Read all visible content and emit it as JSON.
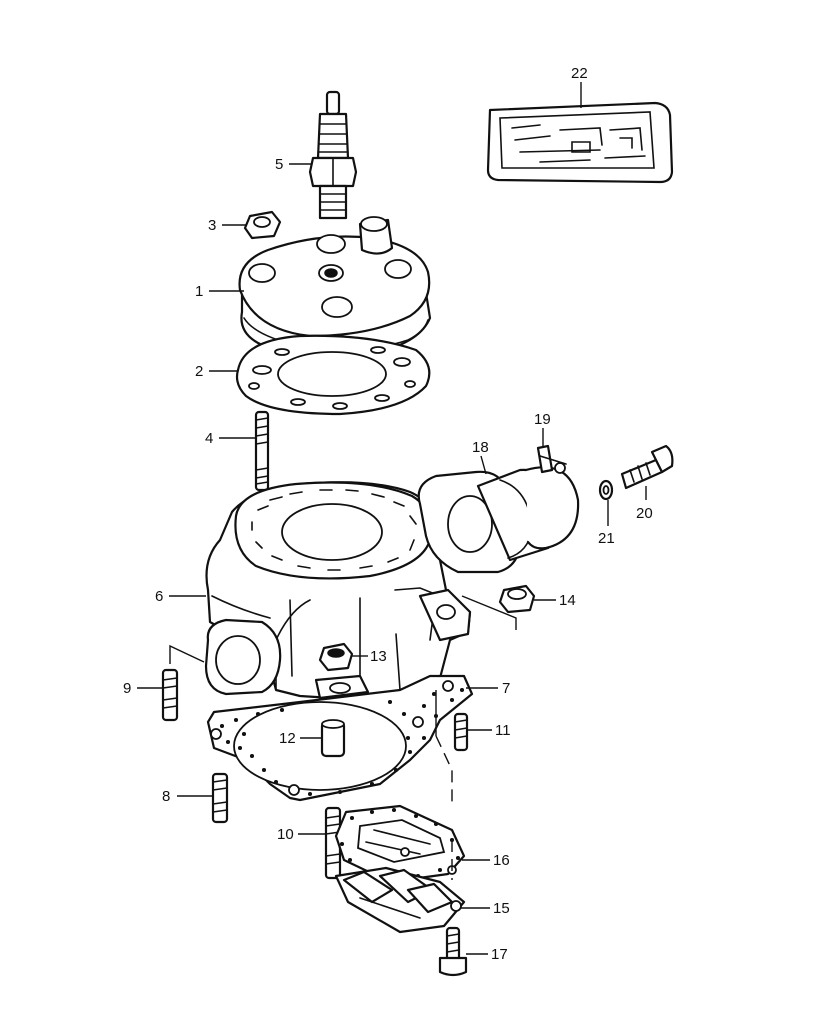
{
  "callouts": [
    {
      "num": "1",
      "part": "cylinder-head"
    },
    {
      "num": "2",
      "part": "head-gasket"
    },
    {
      "num": "3",
      "part": "head-nut"
    },
    {
      "num": "4",
      "part": "long-stud"
    },
    {
      "num": "5",
      "part": "spark-plug"
    },
    {
      "num": "6",
      "part": "cylinder"
    },
    {
      "num": "7",
      "part": "base-gasket"
    },
    {
      "num": "8",
      "part": "stud"
    },
    {
      "num": "9",
      "part": "stud"
    },
    {
      "num": "10",
      "part": "stud"
    },
    {
      "num": "11",
      "part": "stud"
    },
    {
      "num": "12",
      "part": "dowel-pin"
    },
    {
      "num": "13",
      "part": "nut"
    },
    {
      "num": "14",
      "part": "nut"
    },
    {
      "num": "15",
      "part": "reed-valve-plate"
    },
    {
      "num": "16",
      "part": "reed-gasket"
    },
    {
      "num": "17",
      "part": "bolt"
    },
    {
      "num": "18",
      "part": "intake-pipe"
    },
    {
      "num": "19",
      "part": "clamp"
    },
    {
      "num": "20",
      "part": "bolt"
    },
    {
      "num": "21",
      "part": "washer"
    },
    {
      "num": "22",
      "part": "label"
    }
  ],
  "colors": {
    "line": "#111111",
    "background": "#ffffff"
  }
}
